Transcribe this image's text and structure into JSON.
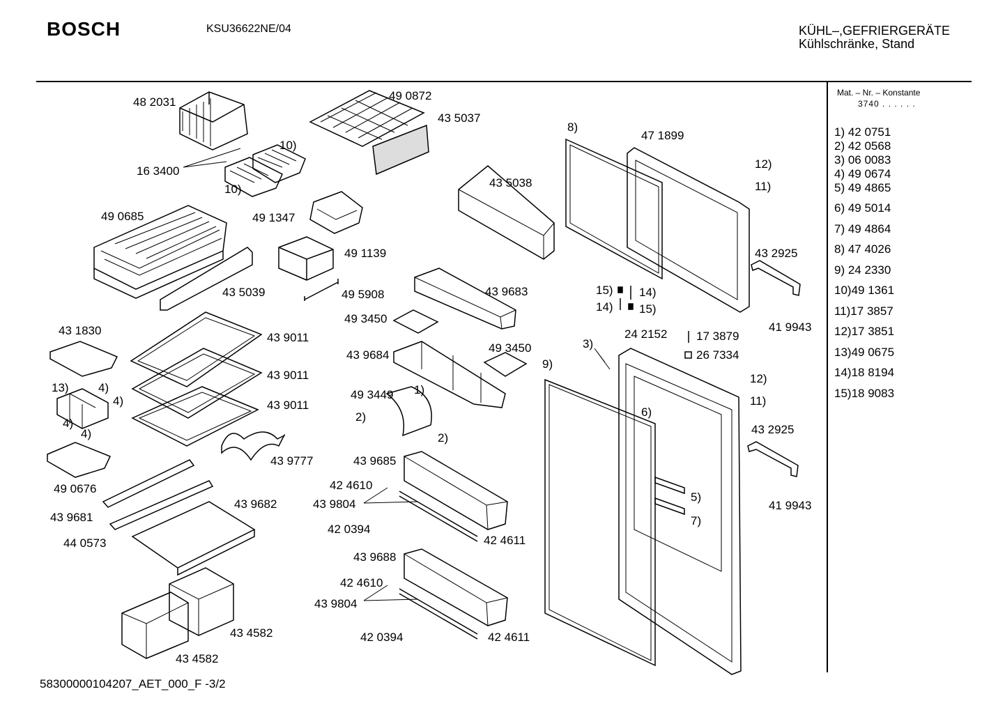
{
  "header": {
    "brand": "BOSCH",
    "model": "KSU36622NE/04",
    "category_line1": "KÜHL–,GEFRIERGERÄTE",
    "category_line2": "Kühlschränke, Stand"
  },
  "side_panel": {
    "mat_header": "Mat. – Nr. – Konstante",
    "mat_value": "3740 . . . . . .",
    "legend": [
      "1)  42 0751",
      "2)  42 0568",
      "3)  06 0083",
      "4)  49 0674",
      "5)  49 4865",
      "6)  49 5014",
      "7)  49 4864",
      "8)  47 4026",
      "9)  24 2330",
      "10)49 1361",
      "11)17 3857",
      "12)17 3851",
      "13)49 0675",
      "14)18 8194",
      "15)18 9083"
    ]
  },
  "part_labels": {
    "p482031": "48 2031",
    "p490872": "49 0872",
    "p435037": "43 5037",
    "p163400": "16 3400",
    "p10a": "10)",
    "p10b": "10)",
    "p490685": "49 0685",
    "p491347": "49 1347",
    "p435038": "43 5038",
    "p491139": "49 1139",
    "p435039": "43 5039",
    "p495908": "49 5908",
    "p439683": "43 9683",
    "p493450a": "49 3450",
    "p431830": "43 1830",
    "p439011a": "43 9011",
    "p439011b": "43 9011",
    "p439011c": "43 9011",
    "p439684": "43 9684",
    "p493450b": "49 3450",
    "p13": "13)",
    "p4a": "4)",
    "p4b": "4)",
    "p4c": "4)",
    "p4d": "4)",
    "p493449": "49 3449",
    "p1": "1)",
    "p2a": "2)",
    "p2b": "2)",
    "p439777": "43 9777",
    "p490676": "49 0676",
    "p439685": "43 9685",
    "p424610a": "42 4610",
    "p439804a": "43 9804",
    "p439681": "43 9681",
    "p439682": "43 9682",
    "p420394a": "42 0394",
    "p424611a": "42 4611",
    "p440573": "44 0573",
    "p439688": "43 9688",
    "p424610b": "42 4610",
    "p439804b": "43 9804",
    "p420394b": "42 0394",
    "p424611b": "42 4611",
    "p434582a": "43 4582",
    "p434582b": "43 4582",
    "p8": "8)",
    "p471899": "47 1899",
    "p12a": "12)",
    "p11a": "11)",
    "p432925a": "43 2925",
    "p15a": "15)",
    "p14a": "14)",
    "p14b": "14)",
    "p15b": "15)",
    "p419943a": "41 9943",
    "p3": "3)",
    "p242152": "24 2152",
    "p173879": "17 3879",
    "p267334": "26 7334",
    "p9": "9)",
    "p12b": "12)",
    "p11b": "11)",
    "p6": "6)",
    "p432925b": "43 2925",
    "p419943b": "41 9943",
    "p5": "5)",
    "p7": "7)"
  },
  "footer": {
    "doc_id": "58300000104207_AET_000_F  -3/2"
  }
}
